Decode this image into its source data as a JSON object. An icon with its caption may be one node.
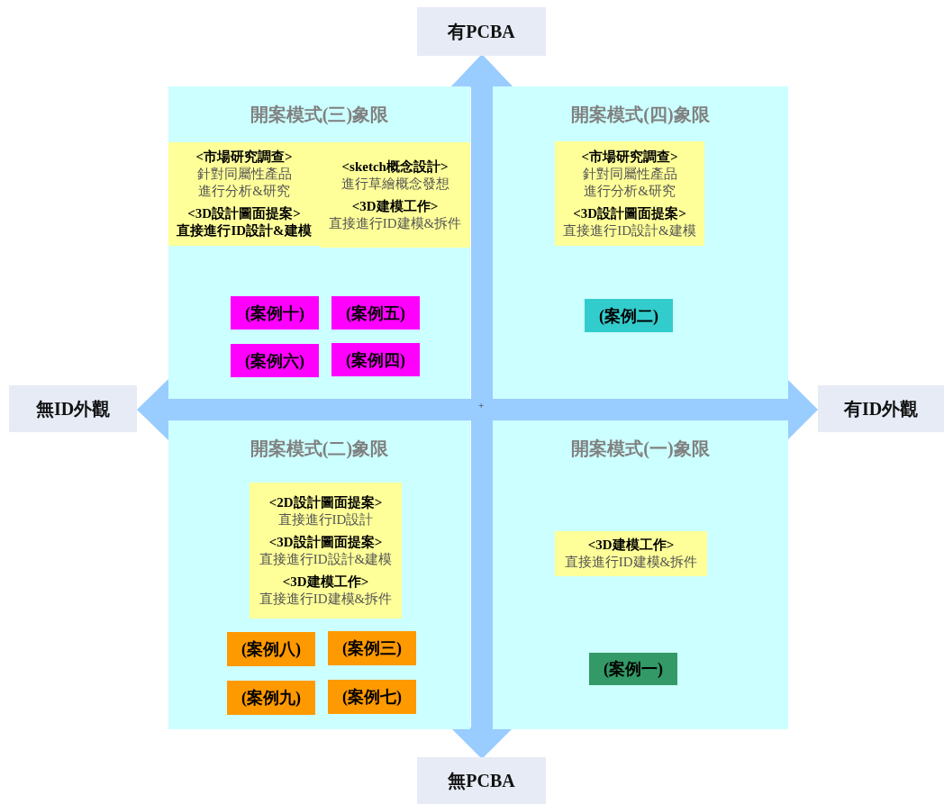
{
  "diagram": {
    "nodes": [
      {
        "text": [
          "有PCBA"
        ]
      },
      {
        "text": [
          "開案模式(三)象限"
        ]
      },
      {
        "text": [
          "<市場研究調查>",
          "針對同屬性產品進行分析&研究",
          "<3D設計圖面提案>",
          "直接進行ID設計&建模"
        ],
        "in": 1
      },
      {
        "text": [
          "<sketch概念設計>",
          "進行草繪概念發想",
          "<3D建模工作>",
          "直接進行ID建模&拆件"
        ],
        "in": 1
      },
      {
        "text": [
          "(案例十)"
        ],
        "in": 1
      },
      {
        "text": [
          "(案例五)"
        ],
        "in": 1
      },
      {
        "text": [
          "(案例六)"
        ],
        "in": 1
      },
      {
        "text": [
          "(案例四)"
        ],
        "in": 1
      },
      {
        "text": [
          "開案模式(四)象限"
        ]
      },
      {
        "text": [
          "<市場研究調查>",
          "針對同屬性產品進行分析&研究",
          "<3D設計圖面提案>",
          "直接進行ID設計&建模"
        ],
        "in": 8
      },
      {
        "text": [
          "(案例二)"
        ],
        "in": 8
      },
      {
        "text": [
          "無ID外觀"
        ]
      },
      {
        "text": [
          "有ID外觀"
        ]
      },
      {
        "text": [
          "開案模式(二)象限"
        ]
      },
      {
        "text": [
          "<2D設計圖面提案>",
          "直接進行ID設計",
          "<3D設計圖面提案>",
          "直接進行ID設計&建模",
          "<3D建模工作>",
          "直接進行ID建模&拆件"
        ],
        "in": 13
      },
      {
        "text": [
          "(案例八)"
        ],
        "in": 13
      },
      {
        "text": [
          "(案例三)"
        ],
        "in": 13
      },
      {
        "text": [
          "(案例九)"
        ],
        "in": 13
      },
      {
        "text": [
          "(案例七)"
        ],
        "in": 13
      },
      {
        "text": [
          "開案模式(一)象限"
        ]
      },
      {
        "text": [
          "<3D建模工作>",
          "直接進行ID建模&拆件"
        ],
        "in": 19
      },
      {
        "text": [
          "(案例一)"
        ],
        "in": 19
      },
      {
        "text": [
          "無PCBA"
        ]
      }
    ],
    "labels": [
      "+"
    ]
  }
}
